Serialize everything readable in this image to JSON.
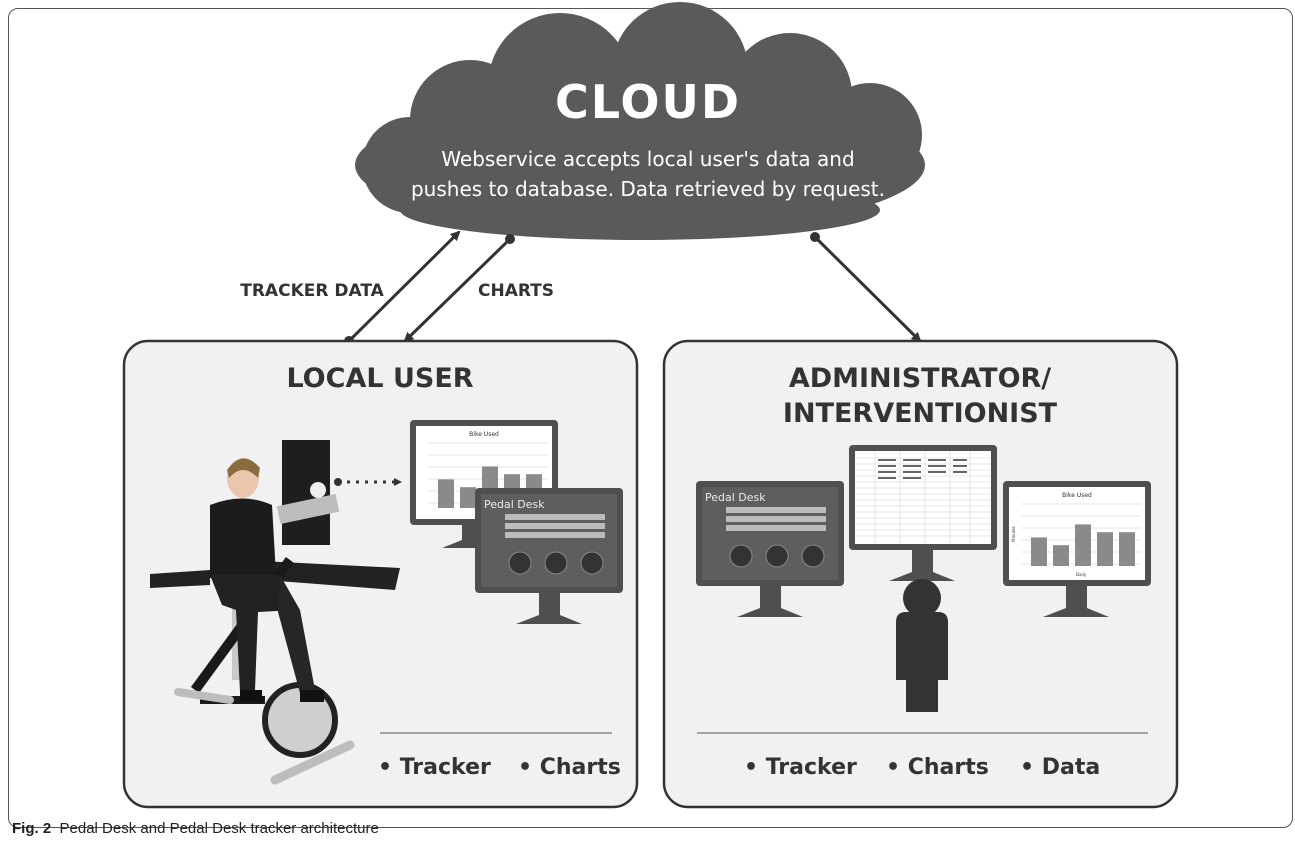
{
  "cloud": {
    "title": "CLOUD",
    "line1": "Webservice accepts local user's data and",
    "line2": "pushes to database. Data retrieved by request."
  },
  "arrows": {
    "tracker_data": "TRACKER DATA",
    "charts": "CHARTS"
  },
  "local_user": {
    "title": "LOCAL USER",
    "features": [
      "• Tracker",
      "• Charts"
    ]
  },
  "admin": {
    "title_line1": "ADMINISTRATOR/",
    "title_line2": "INTERVENTIONIST",
    "features": [
      "• Tracker",
      "• Charts",
      "• Data"
    ]
  },
  "screens": {
    "chart_title": "Bike Used",
    "chart_xlabel": "Daily",
    "chart_ylabel": "Minutes",
    "app_title": "Pedal Desk"
  },
  "caption": {
    "label": "Fig. 2",
    "text": "Pedal Desk and Pedal Desk tracker architecture"
  },
  "colors": {
    "cloud": "#5a5a5a",
    "panel_bg": "#f1f1f1",
    "monitor": "#4f4f4f",
    "bars": "#8a8a8a"
  }
}
